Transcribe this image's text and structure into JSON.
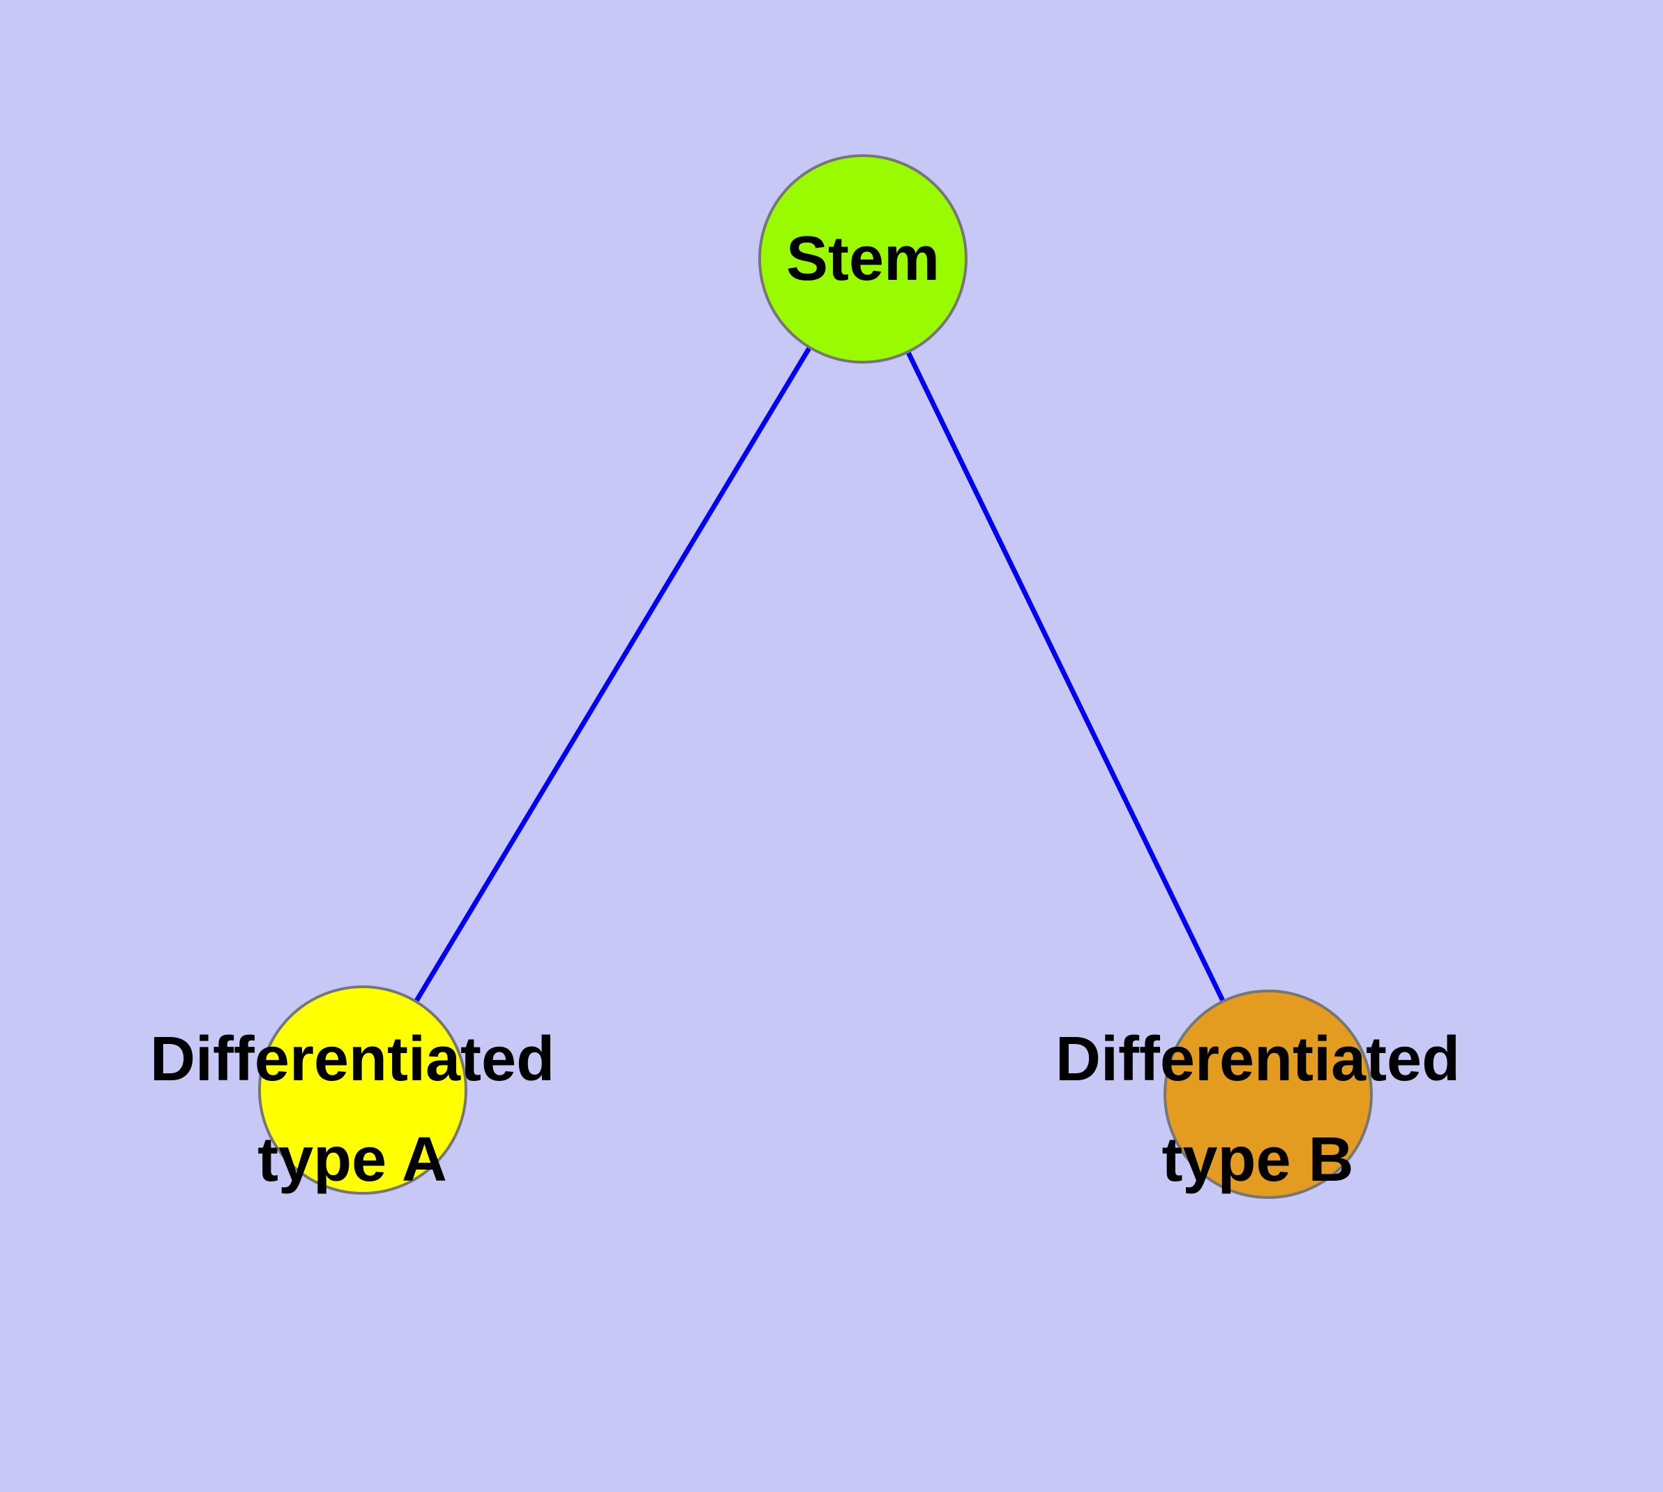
{
  "colors": {
    "background": "#c8c8f7",
    "edge": "#0000f0",
    "node-border": "#767676",
    "stem-fill": "#9afb00",
    "type-a-fill": "#ffff00",
    "type-b-fill": "#e39b20",
    "label": "#000000"
  },
  "graph": {
    "type": "node-link-diagram",
    "nodes": [
      {
        "id": "stem",
        "label": "Stem",
        "fill": "#9afb00",
        "shape": "circle"
      },
      {
        "id": "type-a",
        "label_line1": "Differentiated",
        "label_line2": "type A",
        "fill": "#ffff00",
        "shape": "circle"
      },
      {
        "id": "type-b",
        "label_line1": "Differentiated",
        "label_line2": "type B",
        "fill": "#e39b20",
        "shape": "circle"
      }
    ],
    "edges": [
      {
        "from": "stem",
        "to": "type-a",
        "color": "#0000f0"
      },
      {
        "from": "stem",
        "to": "type-b",
        "color": "#0000f0"
      }
    ]
  }
}
